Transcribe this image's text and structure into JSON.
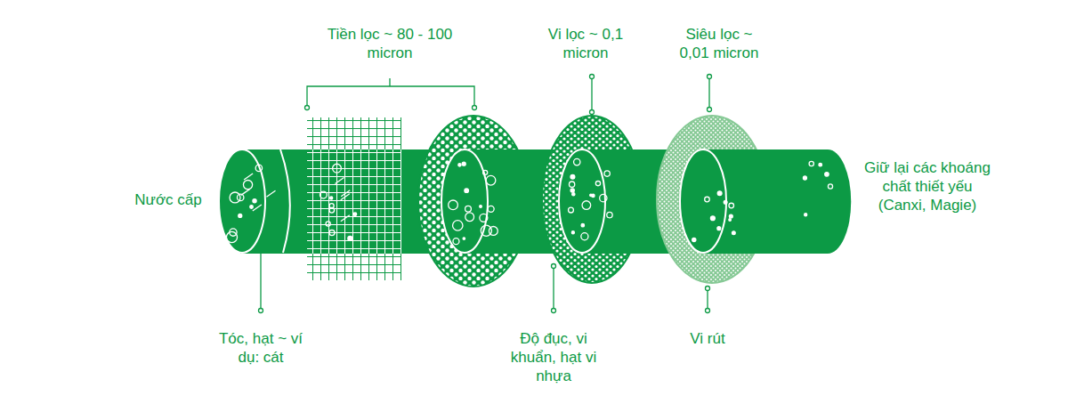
{
  "diagram": {
    "labels": [
      "Tiền lọc ~ 80 - 100 micron",
      "Vi lọc ~ 0,1 micron",
      "Siêu lọc ~ 0,01 micron",
      "Nước cấp",
      "Giữ lại các khoáng chất thiết yếu (Canxi, Magie)",
      "Tóc, hạt ~ ví dụ: cát",
      "Độ đục, vi khuẩn, hạt vi nhựa",
      "Vi rút"
    ]
  }
}
